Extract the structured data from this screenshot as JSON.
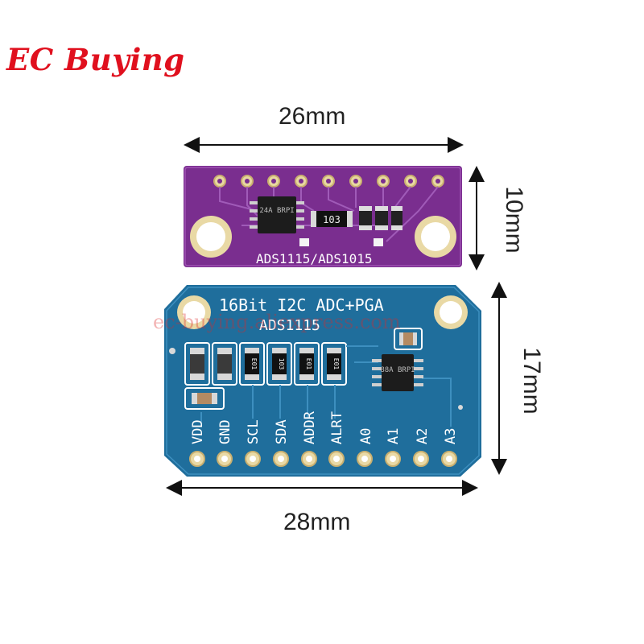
{
  "brand": {
    "name": "EC Buying",
    "color": "#e0101e"
  },
  "dimensions": {
    "top_width": "26mm",
    "top_height": "10mm",
    "bottom_height": "17mm",
    "bottom_width": "28mm"
  },
  "watermark": "ec-buying.aliexpress.com",
  "purple_board": {
    "color": "#7b2d8e",
    "label": "ADS1115/ADS1015",
    "chip_marking": "24A BRPI",
    "resistor_code": "103"
  },
  "blue_board": {
    "color": "#1f6e9c",
    "header_line": "16Bit  I2C  ADC+PGA",
    "model": "ADS1115",
    "resistor_code_1": "E01",
    "resistor_code_2": "103",
    "resistor_code_3": "E01",
    "resistor_code_4": "E01",
    "chip_marking": "88A BRPI",
    "pins": [
      "VDD",
      "GND",
      "SCL",
      "SDA",
      "ADDR",
      "ALRT",
      "A0",
      "A1",
      "A2",
      "A3"
    ]
  }
}
